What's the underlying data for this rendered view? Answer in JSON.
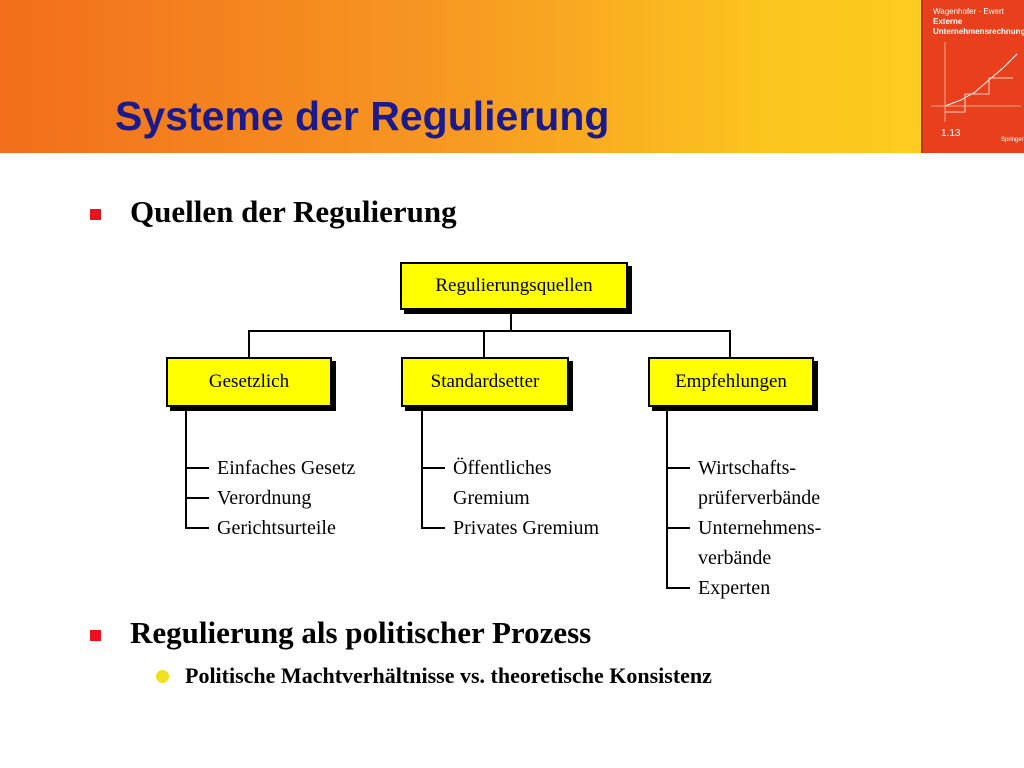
{
  "header": {
    "title": "Systeme der Regulierung"
  },
  "book": {
    "authors": "Wagenhofer · Ewert",
    "title_line1": "Externe",
    "title_line2": "Unternehmensrechnung",
    "page": "1.13",
    "publisher": "Springer"
  },
  "section1": {
    "heading": "Quellen der Regulierung"
  },
  "diagram": {
    "root": "Regulierungsquellen",
    "branches": [
      {
        "label": "Gesetzlich",
        "items": [
          "Einfaches Gesetz",
          "Verordnung",
          "Gerichtsurteile"
        ]
      },
      {
        "label": "Standardsetter",
        "items": [
          "Öffentliches",
          "Gremium",
          "Privates Gremium"
        ]
      },
      {
        "label": "Empfehlungen",
        "items": [
          "Wirtschafts-",
          "prüferverbände",
          "Unternehmens-",
          "verbände",
          "Experten"
        ]
      }
    ]
  },
  "section2": {
    "heading": "Regulierung als politischer Prozess",
    "sub": "Politische Machtverhältnisse vs. theoretische Konsistenz"
  },
  "colors": {
    "accent_title": "#1a1a8c",
    "bullet": "#e8141c",
    "box_fill": "#ffff00",
    "sub_dot": "#f0e020"
  }
}
